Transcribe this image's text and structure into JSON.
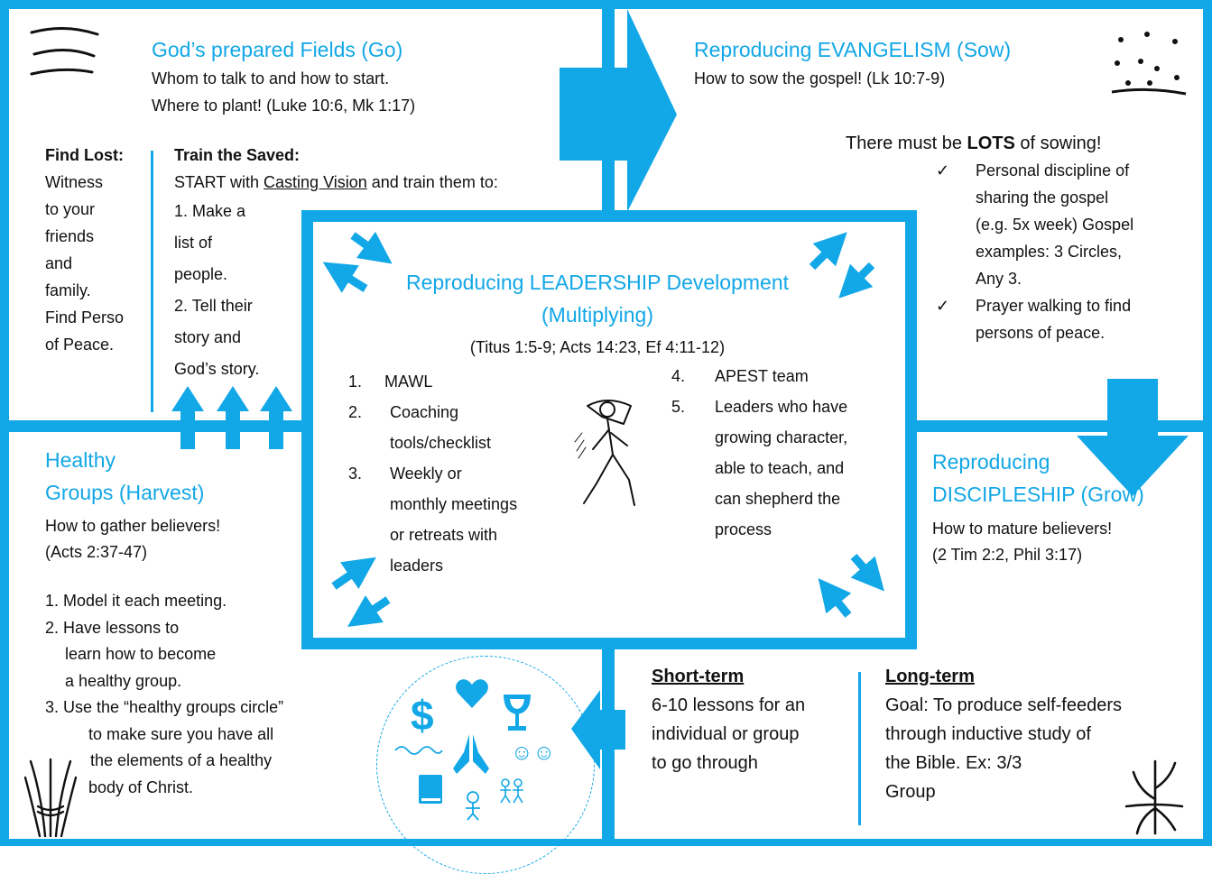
{
  "colors": {
    "accent": "#12a7e6",
    "text": "#111111"
  },
  "go": {
    "title": "God’s prepared Fields (Go)",
    "line1": "Whom to talk to and how to start.",
    "line2": "Where to plant! (Luke 10:6, Mk 1:17)",
    "find_lost_heading": "Find Lost:",
    "find_lost_lines": [
      "Witness",
      "to your",
      "friends",
      "and",
      "family.",
      "Find Perso",
      "of Peace."
    ],
    "train_heading": "Train the Saved:",
    "train_intro_a": "START with ",
    "train_intro_link": "Casting Vision",
    "train_intro_b": " and train them to:",
    "train_lines": [
      "1. Make a",
      "list of",
      "people.",
      "2. Tell their",
      "story and",
      "God’s story."
    ]
  },
  "sow": {
    "title": "Reproducing EVANGELISM (Sow)",
    "subtitle": "How to sow the gospel! (Lk 10:7-9)",
    "lots_a": "There must be ",
    "lots_bold": "LOTS",
    "lots_b": " of sowing!",
    "check_mark": "✓",
    "items": [
      {
        "lines": [
          "Personal discipline of",
          "sharing the gospel",
          "(e.g. 5x week) Gospel",
          "examples: 3 Circles,",
          "Any 3."
        ]
      },
      {
        "lines": [
          "Prayer walking to find",
          "persons of peace."
        ]
      }
    ]
  },
  "leadership": {
    "title_line1": "Reproducing LEADERSHIP Development",
    "title_line2": "(Multiplying)",
    "refs": "(Titus 1:5-9; Acts 14:23, Ef 4:11-12)",
    "left_items": [
      {
        "num": "1.",
        "lines": [
          "MAWL"
        ]
      },
      {
        "num": "2.",
        "lines": [
          "Coaching",
          "tools/checklist"
        ]
      },
      {
        "num": "3.",
        "lines": [
          "Weekly or",
          "monthly meetings",
          "or retreats with",
          "leaders"
        ]
      }
    ],
    "right_items": [
      {
        "num": "4.",
        "lines": [
          "APEST team"
        ]
      },
      {
        "num": "5.",
        "lines": [
          "Leaders who have",
          "growing character,",
          "able to teach, and",
          "can shepherd the",
          "process"
        ]
      }
    ]
  },
  "harvest": {
    "title_line1": "Healthy",
    "title_line2": "Groups (Harvest)",
    "line1": "How to gather believers!",
    "line2": "(Acts 2:37-47)",
    "lines": [
      "1. Model it each meeting.",
      "2. Have lessons to",
      "learn how to become",
      "a healthy group.",
      "3. Use the “healthy groups circle”",
      "to make sure you have all",
      "the elements of a healthy",
      "body of Christ."
    ],
    "circle_icons": {
      "dollar": "$",
      "smiles": "☺☺"
    }
  },
  "grow": {
    "title_line1": "Reproducing",
    "title_line2": "DISCIPLESHIP (Grow)",
    "line1": "How to mature believers!",
    "line2": "(2 Tim 2:2, Phil 3:17)"
  },
  "short_term": {
    "heading": "Short-term",
    "lines": [
      "6-10 lessons for an",
      "individual or group",
      "to go through"
    ]
  },
  "long_term": {
    "heading": "Long-term",
    "lines": [
      "Goal: To produce self-feeders",
      "through inductive study of",
      "the Bible. Ex: 3/3",
      "Group"
    ]
  }
}
